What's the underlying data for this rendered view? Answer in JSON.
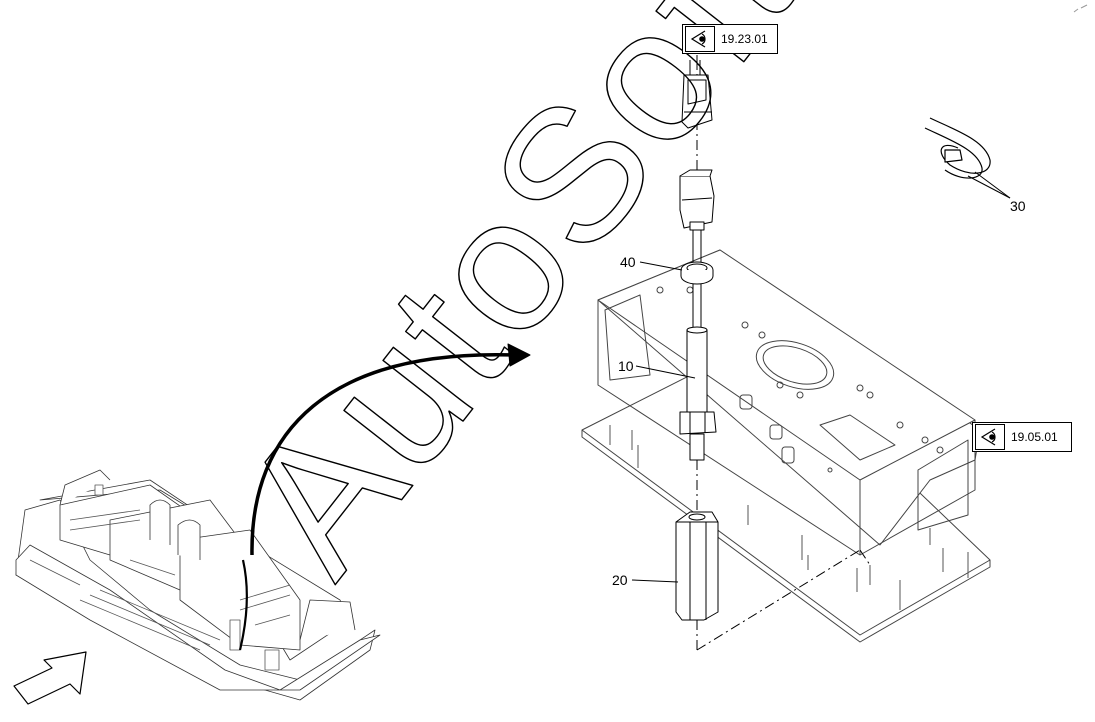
{
  "watermark": {
    "text": "AutoSoft"
  },
  "references": [
    {
      "code": "19.23.01",
      "icon": "eye-view-icon"
    },
    {
      "code": "19.05.01",
      "icon": "eye-view-icon"
    }
  ],
  "callouts": [
    {
      "number": "40"
    },
    {
      "number": "10"
    },
    {
      "number": "20"
    },
    {
      "number": "30"
    }
  ]
}
